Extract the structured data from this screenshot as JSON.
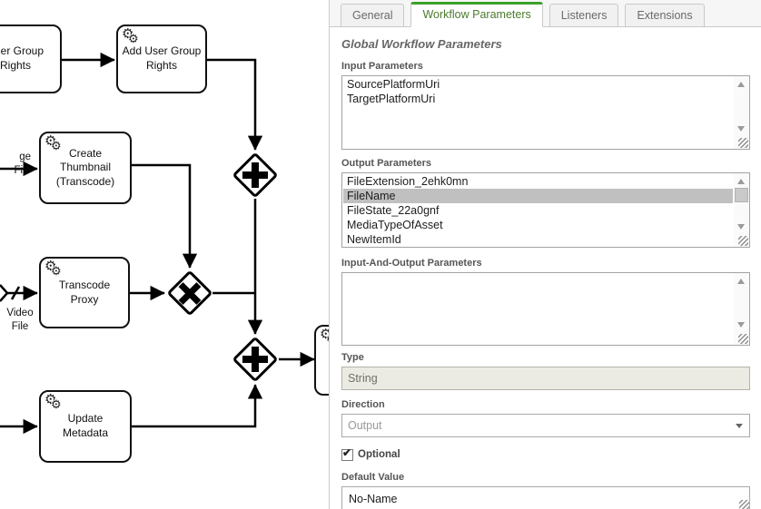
{
  "icons": {
    "gear": "⚙",
    "check": "✔"
  },
  "diagram": {
    "tasks": {
      "user_group_rights": "User Group\nRights",
      "add_user_group_rights": "Add User Group\nRights",
      "create_thumbnail": "Create\nThumbnail\n(Transcode)",
      "transcode_proxy": "Transcode\nProxy",
      "update_metadata": "Update\nMetadata"
    },
    "edge_labels": {
      "image_file": "ge File",
      "video_file": "Video\nFile"
    }
  },
  "panel": {
    "tabs": [
      {
        "label": "General"
      },
      {
        "label": "Workflow Parameters"
      },
      {
        "label": "Listeners"
      },
      {
        "label": "Extensions"
      }
    ],
    "active_tab": "Workflow Parameters",
    "heading": "Global Workflow Parameters",
    "input_parameters": {
      "label": "Input Parameters",
      "items": [
        "SourcePlatformUri",
        "TargetPlatformUri"
      ]
    },
    "output_parameters": {
      "label": "Output Parameters",
      "items": [
        "FileExtension_2ehk0mn",
        "FileName",
        "FileState_22a0gnf",
        "MediaTypeOfAsset",
        "NewItemId"
      ],
      "selected": "FileName"
    },
    "input_and_output_parameters": {
      "label": "Input-And-Output Parameters",
      "items": []
    },
    "type_field": {
      "label": "Type",
      "value": "String"
    },
    "direction_field": {
      "label": "Direction",
      "value": "Output"
    },
    "optional": {
      "label": "Optional",
      "checked": "checked",
      "check_glyph": "✔"
    },
    "default_value_field": {
      "label": "Default Value",
      "value": "No-Name"
    }
  },
  "colors": {
    "accent_green": "#3da12a",
    "selected_row": "#c0c0c0"
  }
}
